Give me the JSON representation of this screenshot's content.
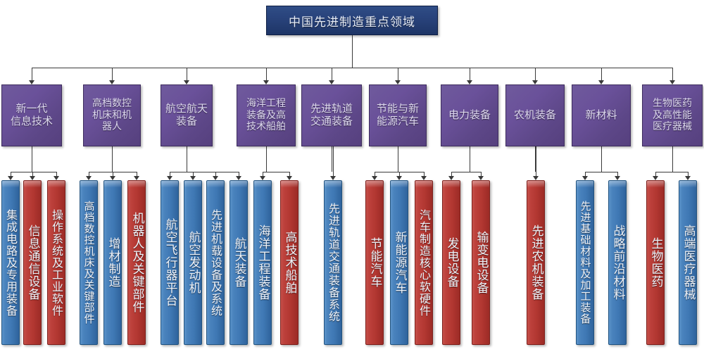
{
  "diagram": {
    "title": "中国先进制造重点领域",
    "root": {
      "label": "中国先进制造重点领域",
      "color": "#27417a"
    },
    "palette": {
      "root_fill": "#27417a",
      "category_fill": "#66518f",
      "leaf_blue": "#3f78b4",
      "leaf_red": "#b23731",
      "connector": "#3a3a3a",
      "background": "#ffffff"
    },
    "categories": [
      {
        "label": "新一代\n信息技术",
        "leaves": [
          {
            "label": "集成电路及专用装备",
            "color": "blue"
          },
          {
            "label": "信息通信设备",
            "color": "red"
          },
          {
            "label": "操作系统及工业软件",
            "color": "red"
          }
        ]
      },
      {
        "label": "高档数控\n机床和机\n器人",
        "leaves": [
          {
            "label": "高档数控机床及关键部件",
            "color": "blue"
          },
          {
            "label": "增材制造",
            "color": "blue"
          },
          {
            "label": "机器人及关键部件",
            "color": "red"
          }
        ]
      },
      {
        "label": "航空航天\n装备",
        "leaves": [
          {
            "label": "航空飞行器平台",
            "color": "blue"
          },
          {
            "label": "航空发动机",
            "color": "blue"
          },
          {
            "label": "先进机载设备及系统",
            "color": "blue"
          },
          {
            "label": "航天装备",
            "color": "blue"
          }
        ]
      },
      {
        "label": "海洋工程\n装备及高\n技术船舶",
        "leaves": [
          {
            "label": "海洋工程装备",
            "color": "blue"
          },
          {
            "label": "高技术船舶",
            "color": "red"
          }
        ]
      },
      {
        "label": "先进轨道\n交通装备",
        "leaves": [
          {
            "label": "先进轨道交通装备系统",
            "color": "blue"
          }
        ]
      },
      {
        "label": "节能与新\n能源汽车",
        "leaves": [
          {
            "label": "节能汽车",
            "color": "red"
          },
          {
            "label": "新能源汽车",
            "color": "blue"
          },
          {
            "label": "汽车制造核心软硬件",
            "color": "red"
          }
        ]
      },
      {
        "label": "电力装备",
        "leaves": [
          {
            "label": "发电设备",
            "color": "red"
          },
          {
            "label": "输变电设备",
            "color": "red"
          }
        ]
      },
      {
        "label": "农机装备",
        "leaves": [
          {
            "label": "先进农机装备",
            "color": "red"
          }
        ]
      },
      {
        "label": "新材料",
        "leaves": [
          {
            "label": "先进基础材料及加工装备",
            "color": "blue"
          },
          {
            "label": "战略前沿材料",
            "color": "blue"
          }
        ]
      },
      {
        "label": "生物医药\n及高性能\n医疗器械",
        "leaves": [
          {
            "label": "生物医药",
            "color": "red"
          },
          {
            "label": "高端医疗器械",
            "color": "blue"
          }
        ]
      }
    ]
  }
}
